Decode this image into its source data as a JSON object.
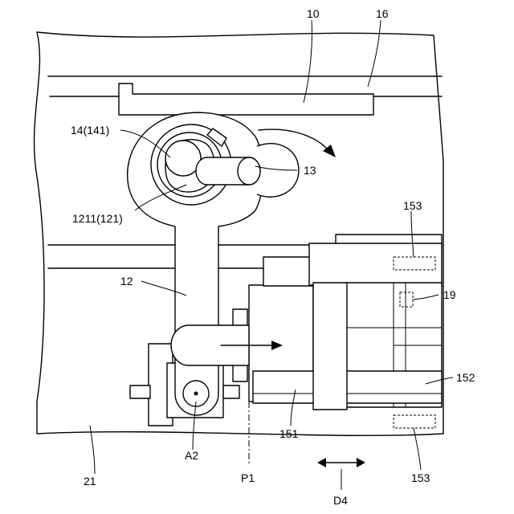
{
  "figure": {
    "labels": {
      "l10": "10",
      "l16": "16",
      "l14": "14(141)",
      "l13": "13",
      "l1211": "1211(121)",
      "l153_top": "153",
      "l12": "12",
      "l19": "19",
      "l152": "152",
      "l151": "151",
      "lA2": "A2",
      "l21": "21",
      "lP1": "P1",
      "l153_bottom": "153",
      "lD4": "D4"
    }
  }
}
